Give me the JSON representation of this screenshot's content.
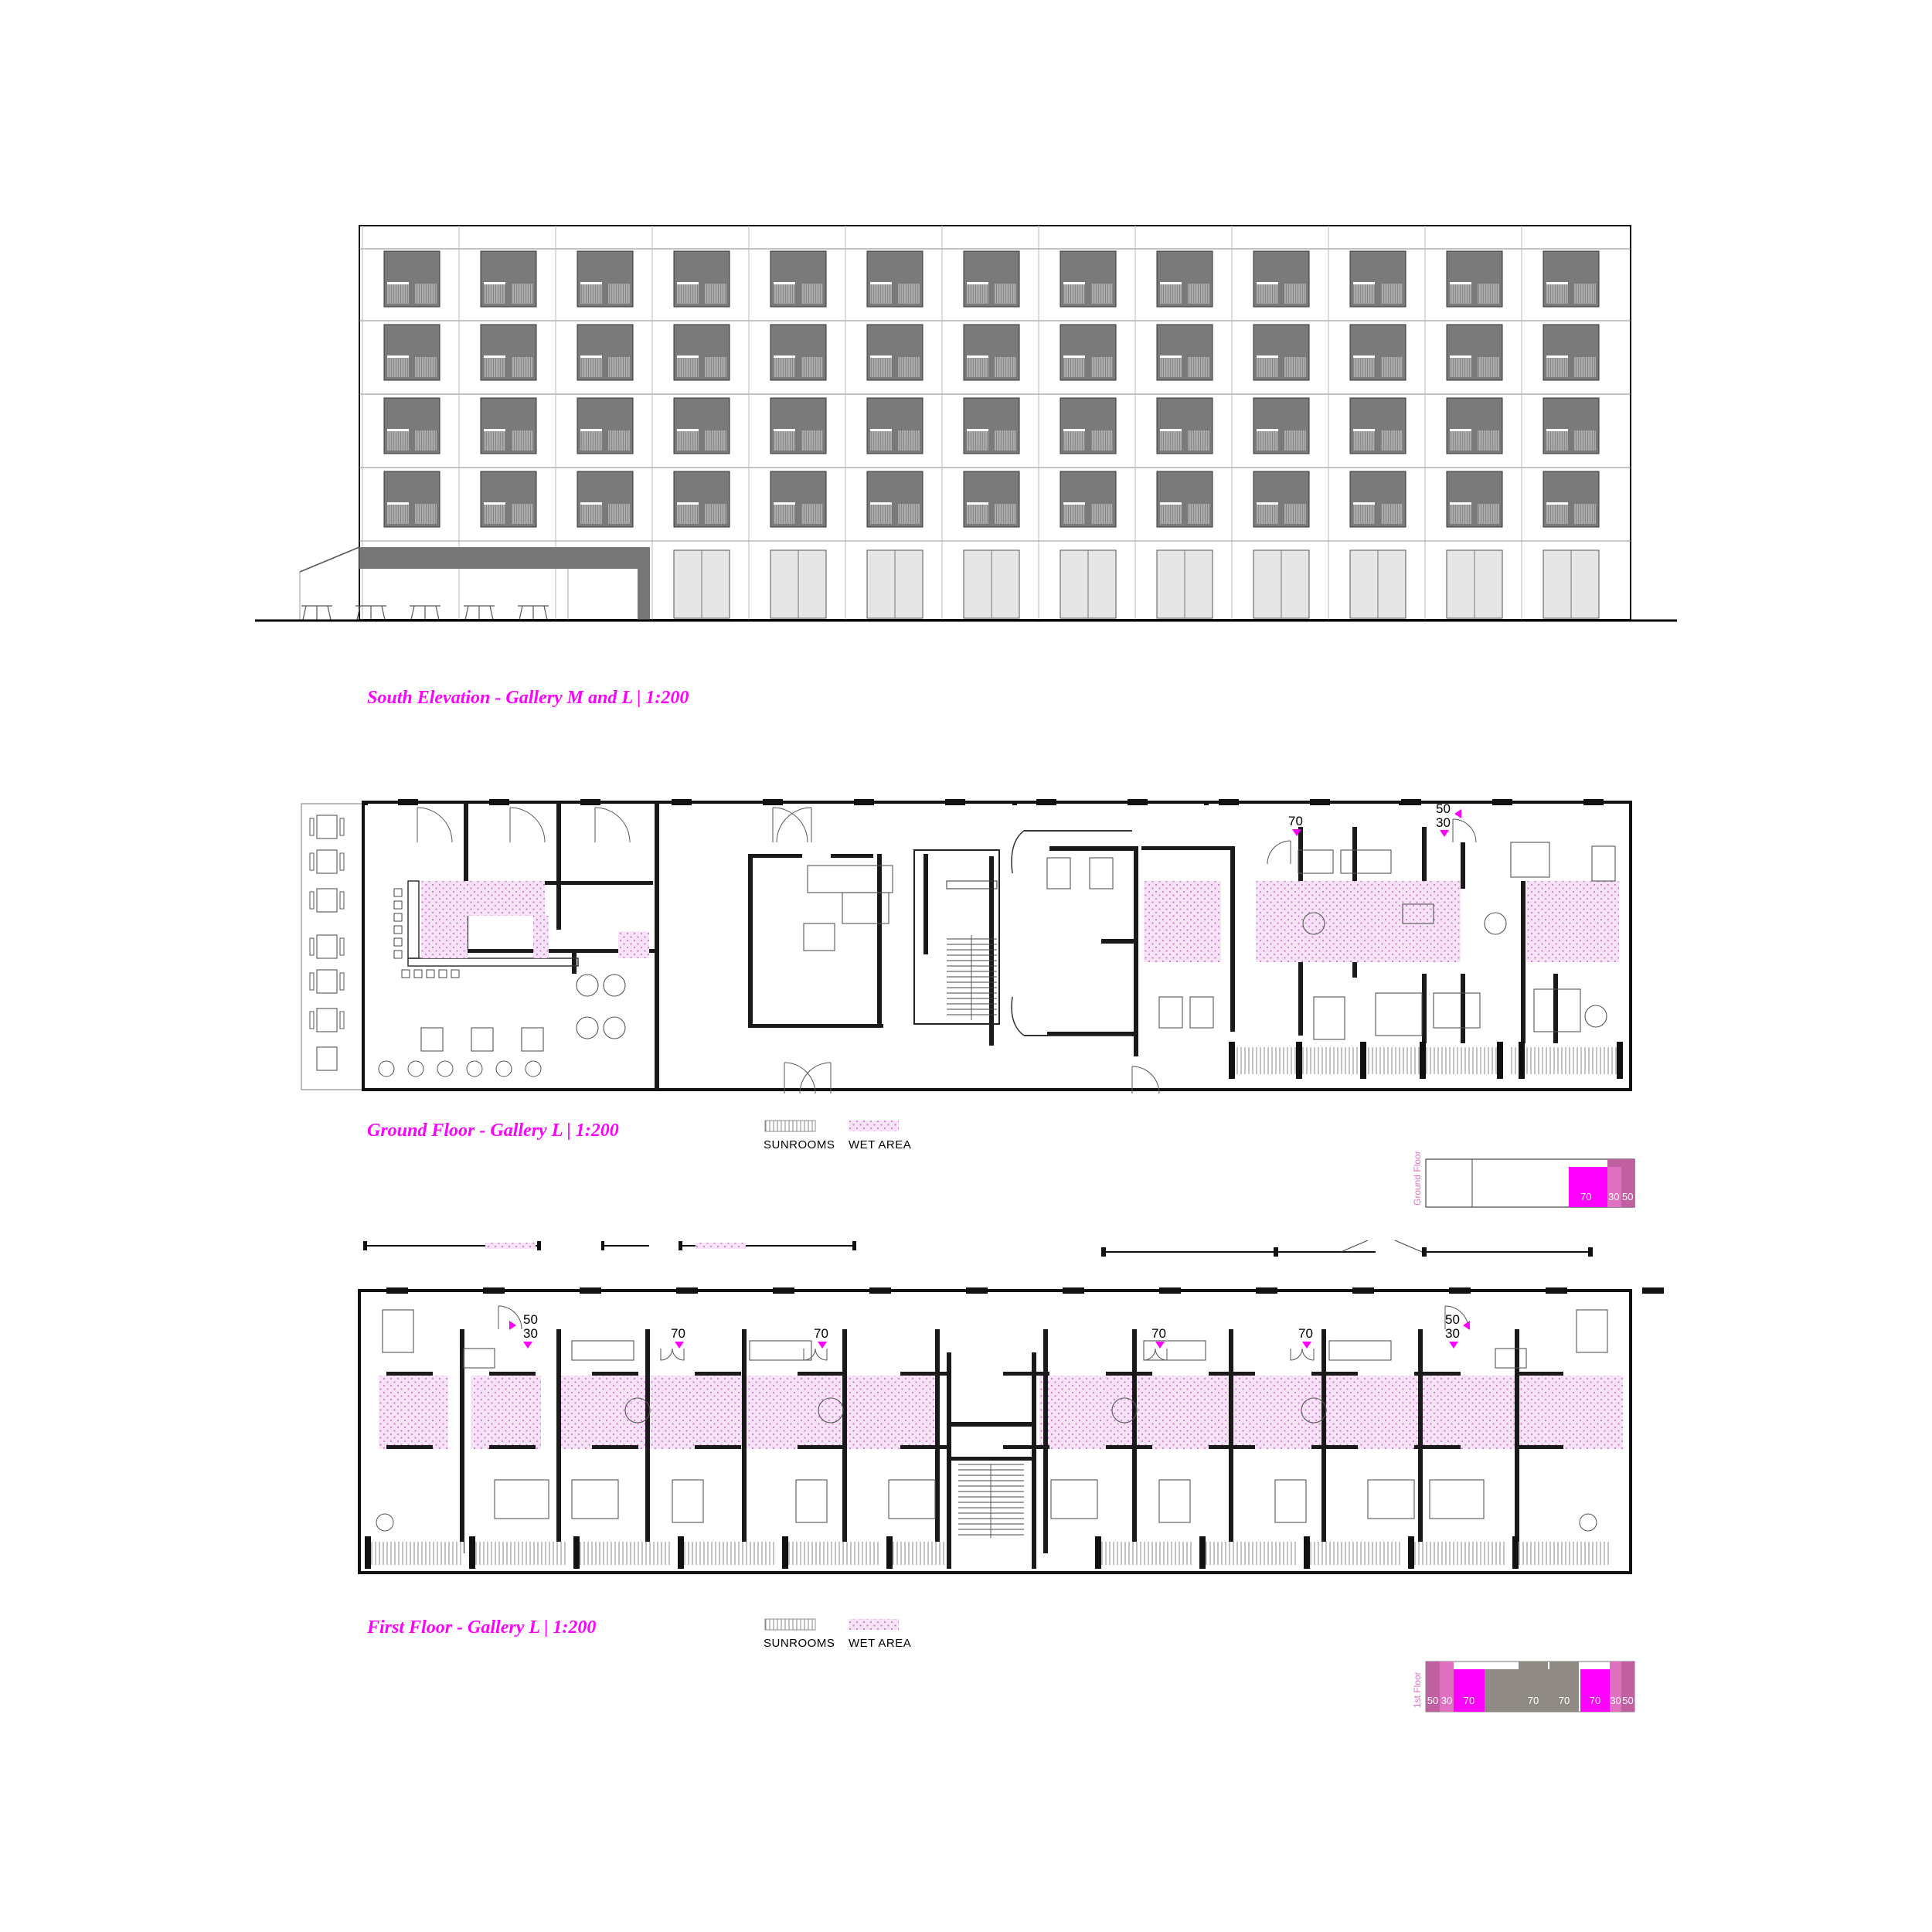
{
  "title": "",
  "colors": {
    "accent": "#ff00ff",
    "wet_area": "#e0a8e0",
    "bar_70": "#ff00ff",
    "bar_30": "#e070c0",
    "bar_50": "#c060a0",
    "bar_grey": "#8f8a84",
    "window_dark": "#7a7a7a"
  },
  "drawings": {
    "elevation": {
      "caption": "South Elevation - Gallery M and L | 1:200",
      "floors_upper": 4,
      "bays": 13
    },
    "ground_floor": {
      "caption": "Ground Floor - Gallery L | 1:200",
      "dimension_labels": [
        "70",
        "50",
        "30"
      ],
      "legend": {
        "sunrooms": "SUNROOMS",
        "wet_area": "WET AREA"
      }
    },
    "first_floor": {
      "caption": "First Floor - Gallery L | 1:200",
      "dimension_labels": [
        "50",
        "30",
        "70",
        "70",
        "70",
        "70",
        "50",
        "30"
      ],
      "legend": {
        "sunrooms": "SUNROOMS",
        "wet_area": "WET AREA"
      }
    }
  },
  "unit_bars": {
    "ground": {
      "label": "Ground Floor",
      "segments": [
        "70",
        "30",
        "50"
      ]
    },
    "first": {
      "label": "1st Floor",
      "segments": [
        "50",
        "30",
        "70",
        "70",
        "70",
        "70",
        "30",
        "50"
      ]
    }
  }
}
